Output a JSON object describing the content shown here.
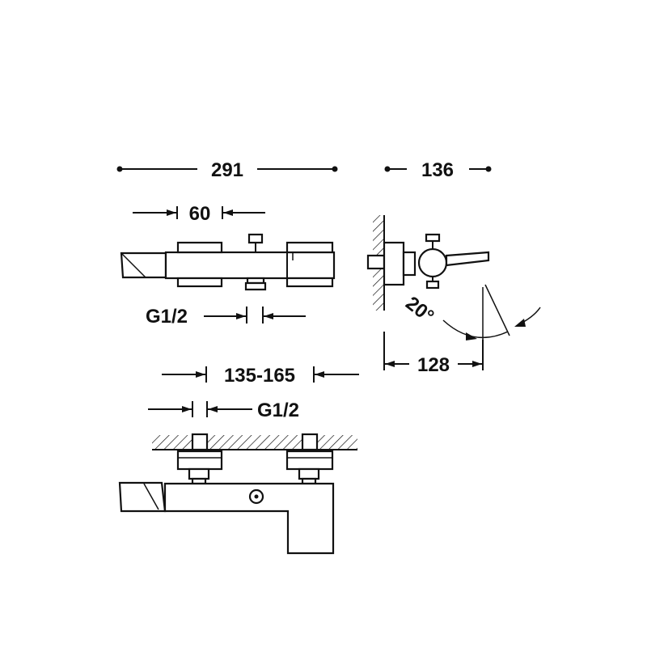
{
  "dimensions": {
    "overall_width": "291",
    "side_depth": "136",
    "handle_spacing": "60",
    "inlet_thread_top": "G1/2",
    "wall_projection": "128",
    "spout_angle": "20°",
    "connection_centres": "135-165",
    "inlet_thread_bottom": "G1/2"
  },
  "colors": {
    "line": "#111111",
    "background": "#ffffff"
  }
}
